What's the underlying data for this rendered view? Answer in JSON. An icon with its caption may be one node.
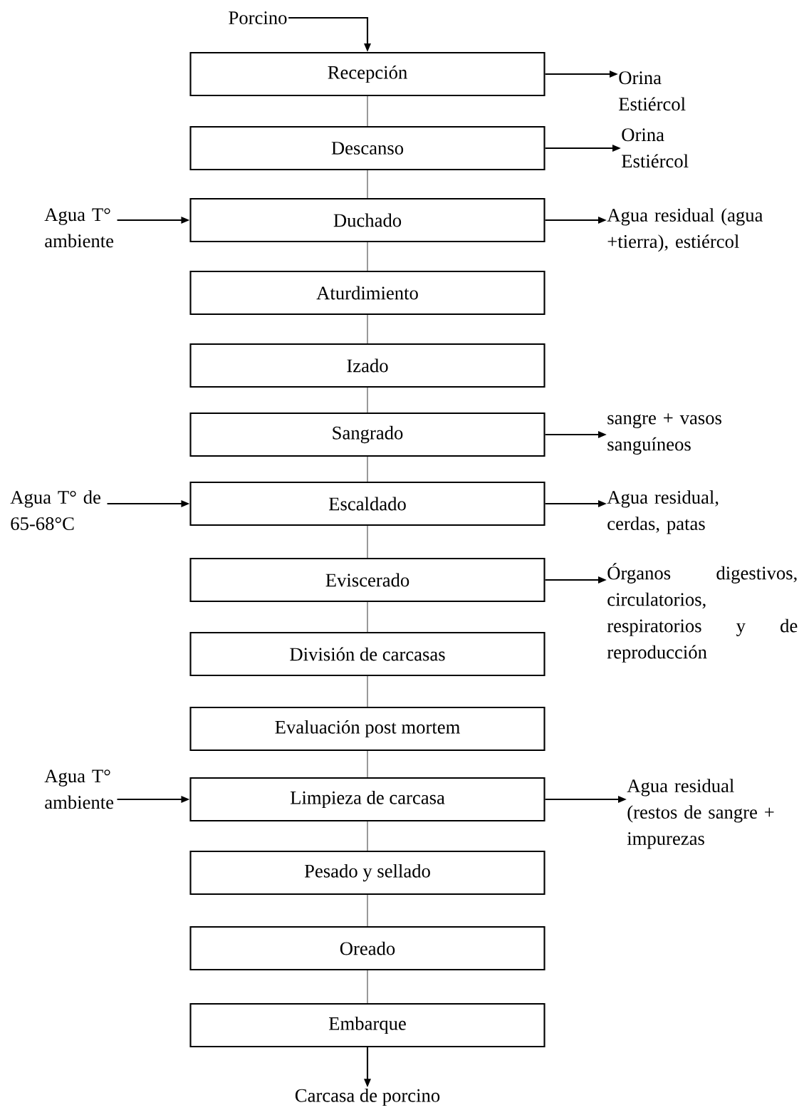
{
  "diagram": {
    "nodes": [
      {
        "text": [
          "Porcino"
        ]
      },
      {
        "text": [
          "Recepción"
        ]
      },
      {
        "text": [
          "Orina Estiércol"
        ]
      },
      {
        "text": [
          "Descanso"
        ]
      },
      {
        "text": [
          "Orina Estiércol"
        ]
      },
      {
        "text": [
          "Agua T° ambiente"
        ]
      },
      {
        "text": [
          "Duchado"
        ]
      },
      {
        "text": [
          "Agua residual (agua +tierra), estiércol"
        ]
      },
      {
        "text": [
          "Aturdimiento"
        ]
      },
      {
        "text": [
          "Izado"
        ]
      },
      {
        "text": [
          "Sangrado"
        ]
      },
      {
        "text": [
          "sangre + vasos sanguíneos"
        ]
      },
      {
        "text": [
          "Agua T° de 65-68°C"
        ]
      },
      {
        "text": [
          "Escaldado"
        ]
      },
      {
        "text": [
          "Agua residual, cerdas, patas"
        ]
      },
      {
        "text": [
          "Eviscerado"
        ]
      },
      {
        "text": [
          "Órganos digestivos, circulatorios, respiratorios y de reproducción"
        ]
      },
      {
        "text": [
          "División de carcasas"
        ]
      },
      {
        "text": [
          "Evaluación post mortem"
        ]
      },
      {
        "text": [
          "Agua T° ambiente"
        ]
      },
      {
        "text": [
          "Limpieza de carcasa"
        ]
      },
      {
        "text": [
          "Agua residual (restos de sangre + impurezas"
        ]
      },
      {
        "text": [
          "Pesado y sellado"
        ]
      },
      {
        "text": [
          "Oreado"
        ]
      },
      {
        "text": [
          "Embarque"
        ]
      },
      {
        "text": [
          "Carcasa de porcino"
        ]
      }
    ],
    "edges": [
      {
        "from": 0,
        "to": 1,
        "arrow": "to"
      },
      {
        "from": 1,
        "to": 2,
        "arrow": "to"
      },
      {
        "from": 1,
        "to": 3,
        "arrow": "none"
      },
      {
        "from": 3,
        "to": 4,
        "arrow": "to"
      },
      {
        "from": 3,
        "to": 6,
        "arrow": "none"
      },
      {
        "from": 5,
        "to": 6,
        "arrow": "to"
      },
      {
        "from": 6,
        "to": 7,
        "arrow": "to"
      },
      {
        "from": 6,
        "to": 8,
        "arrow": "none"
      },
      {
        "from": 8,
        "to": 9,
        "arrow": "none"
      },
      {
        "from": 9,
        "to": 10,
        "arrow": "none"
      },
      {
        "from": 10,
        "to": 11,
        "arrow": "to"
      },
      {
        "from": 10,
        "to": 13,
        "arrow": "none"
      },
      {
        "from": 12,
        "to": 13,
        "arrow": "to"
      },
      {
        "from": 13,
        "to": 14,
        "arrow": "to"
      },
      {
        "from": 13,
        "to": 15,
        "arrow": "none"
      },
      {
        "from": 15,
        "to": 16,
        "arrow": "to"
      },
      {
        "from": 15,
        "to": 17,
        "arrow": "none"
      },
      {
        "from": 17,
        "to": 18,
        "arrow": "none"
      },
      {
        "from": 18,
        "to": 20,
        "arrow": "none"
      },
      {
        "from": 19,
        "to": 20,
        "arrow": "to"
      },
      {
        "from": 20,
        "to": 21,
        "arrow": "to"
      },
      {
        "from": 20,
        "to": 22,
        "arrow": "none"
      },
      {
        "from": 22,
        "to": 23,
        "arrow": "none"
      },
      {
        "from": 23,
        "to": 24,
        "arrow": "none"
      },
      {
        "from": 24,
        "to": 25,
        "arrow": "to"
      }
    ]
  }
}
